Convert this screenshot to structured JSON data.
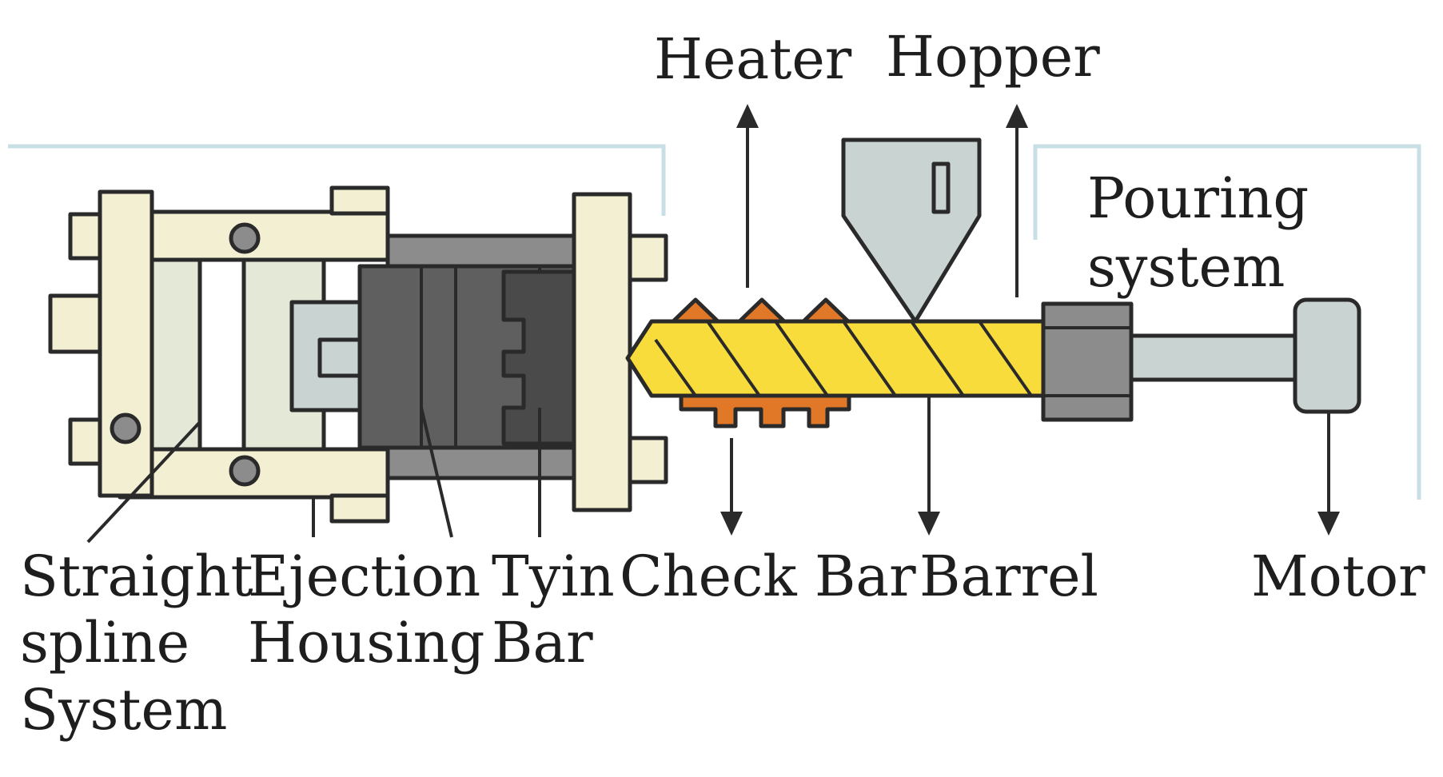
{
  "labels": {
    "heater": "Heater",
    "hopper": "Hopper",
    "pouring_line1": "Pouring",
    "pouring_line2": "system",
    "straight_line1": "Straight",
    "straight_line2": "spline",
    "straight_line3": "System",
    "ejection_line1": "Ejection",
    "ejection_line2": "Housing",
    "tyin_line1": "Tyin",
    "tyin_line2": "Bar",
    "check_bar": "Check Bar",
    "barrel": "Barrel",
    "motor": "Motor"
  },
  "colors": {
    "cream": "#f3efd3",
    "pale_green": "#e4e8d6",
    "light_grey": "#c9d3d1",
    "mid_grey": "#8c8c8c",
    "dark_grey": "#5f5f5f",
    "darker_grey": "#4a4a4a",
    "screw_yellow": "#f8dc3c",
    "heater_orange": "#e07828",
    "frame_blue": "#c9dfe6"
  }
}
